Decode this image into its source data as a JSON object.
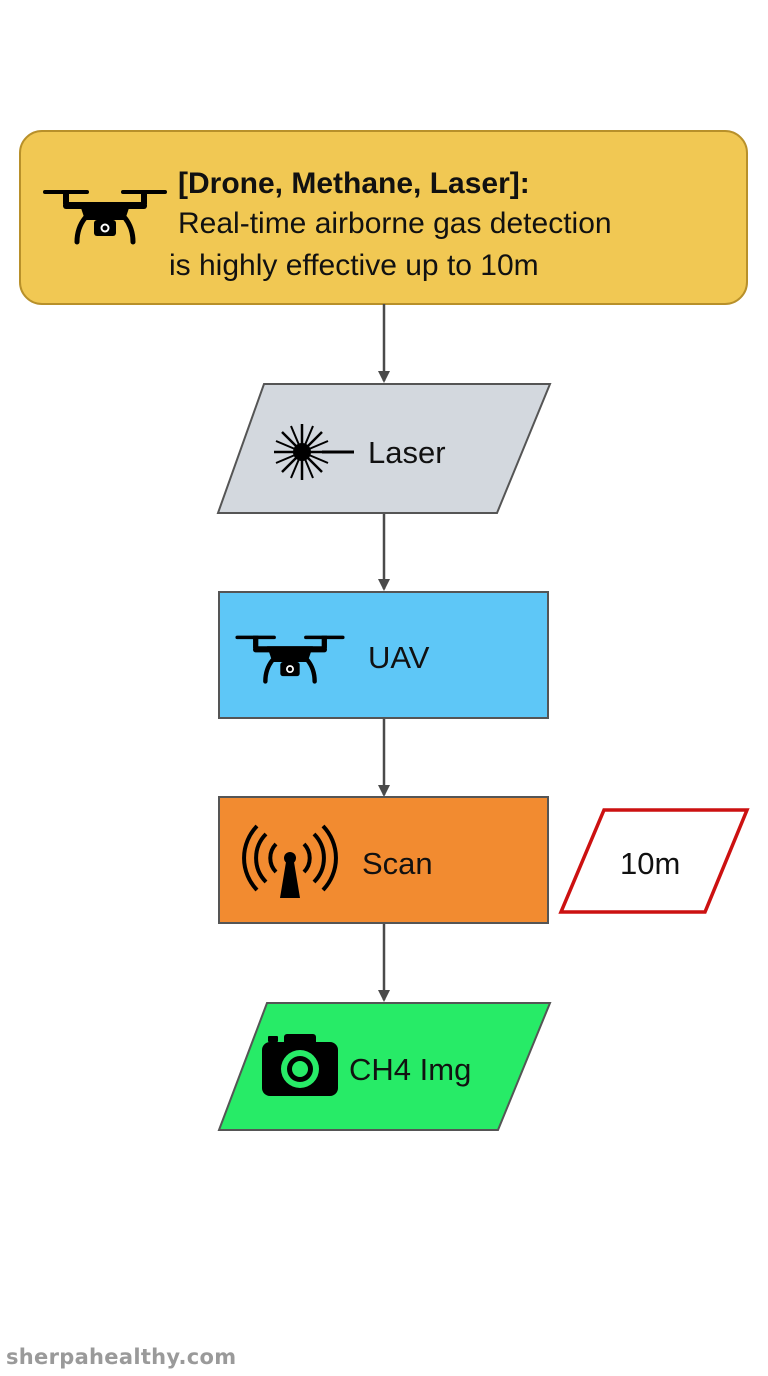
{
  "header": {
    "title": "[Drone, Methane, Laser]:",
    "line1": "Real-time airborne gas detection",
    "line2": "is highly effective up to 10m",
    "icon": "drone-icon"
  },
  "nodes": {
    "laser": {
      "label": "Laser",
      "icon": "laser-icon"
    },
    "uav": {
      "label": "UAV",
      "icon": "drone-icon"
    },
    "scan": {
      "label": "Scan",
      "icon": "antenna-signal-icon"
    },
    "range": {
      "label": "10m"
    },
    "ch4": {
      "label": "CH4 Img",
      "icon": "camera-icon"
    }
  },
  "colors": {
    "header_fill": "#f1c853",
    "header_stroke": "#b8902a",
    "laser_fill": "#d3d8de",
    "uav_fill": "#5ec7f7",
    "scan_fill": "#f28b30",
    "range_stroke": "#cc1111",
    "ch4_fill": "#27eb67",
    "arrow": "#4a4a4a"
  },
  "watermark": "sherpahealthy.com"
}
